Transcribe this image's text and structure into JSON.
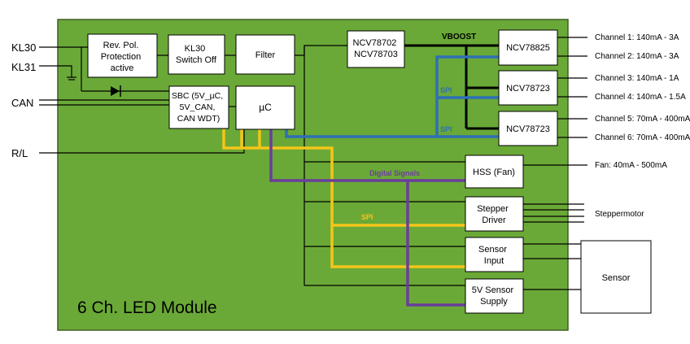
{
  "module_title": "6 Ch. LED Module",
  "inputs": {
    "kl30": "KL30",
    "kl31": "KL31",
    "can": "CAN",
    "rl": "R/L"
  },
  "blocks": {
    "rev_pol": [
      "Rev. Pol.",
      "Protection",
      "active"
    ],
    "kl30_switch": [
      "KL30",
      "Switch Off"
    ],
    "filter": [
      "Filter"
    ],
    "ncv78702": [
      "NCV78702",
      "NCV78703"
    ],
    "sbc": [
      "SBC (5V_µC,",
      "5V_CAN,",
      "CAN WDT)"
    ],
    "uc": [
      "µC"
    ],
    "ncv78825": [
      "NCV78825"
    ],
    "ncv78723_a": [
      "NCV78723"
    ],
    "ncv78723_b": [
      "NCV78723"
    ],
    "hss_fan": [
      "HSS (Fan)"
    ],
    "stepper_driver": [
      "Stepper",
      "Driver"
    ],
    "sensor_input": [
      "Sensor",
      "Input"
    ],
    "sensor_supply": [
      "5V Sensor",
      "Supply"
    ],
    "sensor": [
      "Sensor"
    ]
  },
  "bus_labels": {
    "vboost": "VBOOST",
    "spi_1": "SPI",
    "spi_2": "SPI",
    "spi_yellow": "SPI",
    "digital_signals": "Digital Signals"
  },
  "outputs": {
    "channels": [
      "Channel 1: 140mA - 3A",
      "Channel 2: 140mA - 3A",
      "Channel 3: 140mA - 1A",
      "Channel 4: 140mA - 1.5A",
      "Channel 5: 70mA - 400mA",
      "Channel 6: 70mA - 400mA"
    ],
    "fan": "Fan: 40mA - 500mA",
    "stepper": "Steppermotor"
  },
  "colors": {
    "board": "#6aa937",
    "board_border": "#3e5e22",
    "spi_blue": "#2e6fb5",
    "spi_yellow": "#f5c518",
    "digital_purple": "#6a3d9a",
    "wire": "#000000"
  }
}
